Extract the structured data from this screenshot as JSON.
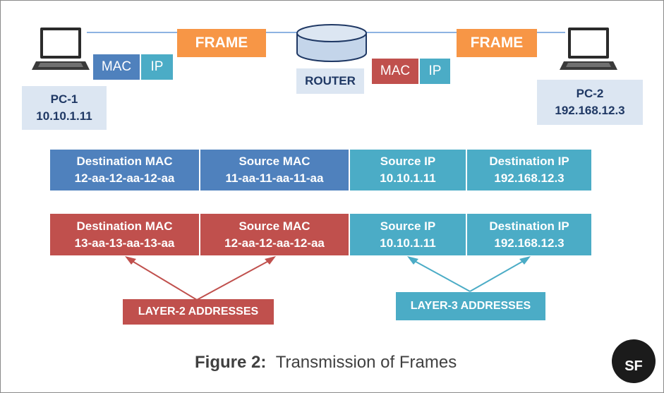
{
  "top": {
    "frame_label_left": "FRAME",
    "frame_label_right": "FRAME",
    "mac_label_left": "MAC",
    "ip_label_left": "IP",
    "mac_label_right": "MAC",
    "ip_label_right": "IP",
    "router_label": "ROUTER"
  },
  "pc1": {
    "name": "PC-1",
    "ip": "10.10.1.11"
  },
  "pc2": {
    "name": "PC-2",
    "ip": "192.168.12.3"
  },
  "rows": [
    {
      "cells": [
        {
          "title": "Destination MAC",
          "value": "12-aa-12-aa-12-aa"
        },
        {
          "title": "Source  MAC",
          "value": "11-aa-11-aa-11-aa"
        },
        {
          "title": "Source IP",
          "value": "10.10.1.11"
        },
        {
          "title": "Destination IP",
          "value": "192.168.12.3"
        }
      ]
    },
    {
      "cells": [
        {
          "title": "Destination MAC",
          "value": "13-aa-13-aa-13-aa"
        },
        {
          "title": "Source  MAC",
          "value": "12-aa-12-aa-12-aa"
        },
        {
          "title": "Source IP",
          "value": "10.10.1.11"
        },
        {
          "title": "Destination IP",
          "value": "192.168.12.3"
        }
      ]
    }
  ],
  "tags": {
    "layer2": "LAYER-2 ADDRESSES",
    "layer3": "LAYER-3 ADDRESSES"
  },
  "caption": {
    "label": "Figure 2:",
    "text": "Transmission of Frames"
  },
  "logo": {
    "text": "SF"
  },
  "colors": {
    "frame_orange": "#f79646",
    "mac_blue": "#4f81bd",
    "mac_red": "#c0504d",
    "ip_teal": "#4bacc6",
    "label_bg": "#dce6f2",
    "link_line": "#5b8ec9"
  }
}
